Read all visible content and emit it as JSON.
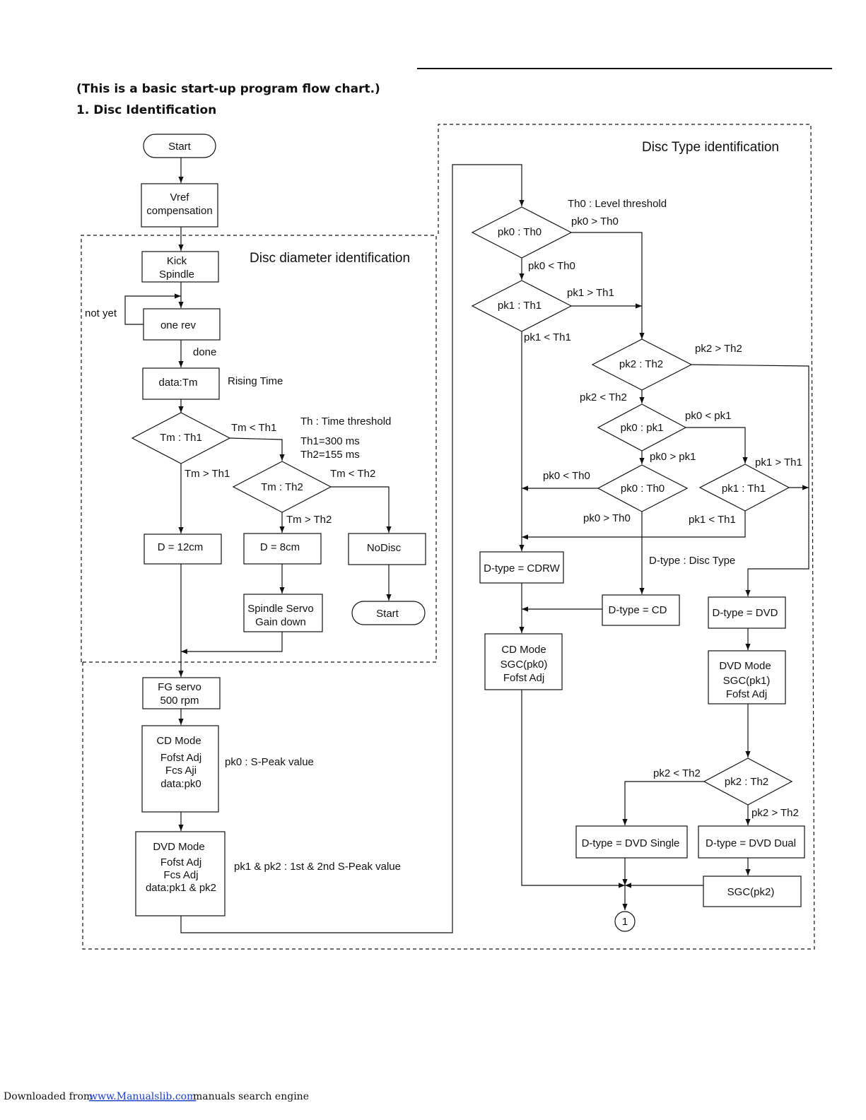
{
  "header": {
    "note": "(This is a basic start-up program flow chart.)",
    "section": "1. Disc Identification"
  },
  "regions": {
    "diameter": "Disc diameter identification",
    "type": "Disc Type identification"
  },
  "nodes": {
    "start": "Start",
    "vref": [
      "Vref",
      "compensation"
    ],
    "kick": [
      "Kick",
      "Spindle"
    ],
    "onerev": "one rev",
    "datatm": "data:Tm",
    "tmth1": "Tm : Th1",
    "tmth2": "Tm : Th2",
    "d12": "D = 12cm",
    "d8": "D = 8cm",
    "nodisc": "NoDisc",
    "start2": "Start",
    "servo": [
      "Spindle Servo",
      "Gain down"
    ],
    "fg": [
      "FG servo",
      "500 rpm"
    ],
    "cdmode": [
      "CD Mode",
      "Fofst Adj",
      "Fcs Aji",
      "data:pk0"
    ],
    "dvdmode": [
      "DVD Mode",
      "Fofst Adj",
      "Fcs Adj",
      "data:pk1 & pk2"
    ],
    "pk0th0": "pk0 : Th0",
    "pk1th1": "pk1 : Th1",
    "pk2th2": "pk2 : Th2",
    "pk0pk1": "pk0 : pk1",
    "pk0th0b": "pk0 : Th0",
    "pk1th1b": "pk1 : Th1",
    "cdrw": "D-type = CDRW",
    "cd": "D-type = CD",
    "dvd": "D-type = DVD",
    "cdmode2": [
      "CD Mode",
      "SGC(pk0)",
      "Fofst Adj"
    ],
    "dvdmode2": [
      "DVD Mode",
      "SGC(pk1)",
      "Fofst Adj"
    ],
    "pk2th2b": "pk2 : Th2",
    "dvdsingle": "D-type = DVD Single",
    "dvddual": "D-type = DVD Dual",
    "sgcpk2": "SGC(pk2)",
    "connector": "1"
  },
  "labels": {
    "notyet": "not yet",
    "done": "done",
    "rising": "Rising Time",
    "tm_lt_th1": "Tm < Th1",
    "tm_gt_th1": "Tm > Th1",
    "tm_lt_th2": "Tm < Th2",
    "tm_gt_th2": "Tm > Th2",
    "th_time": "Th : Time threshold",
    "th1_val": "Th1=300 ms",
    "th2_val": "Th2=155 ms",
    "pk0_sval": "pk0 : S-Peak value",
    "pk12_sval": "pk1 & pk2 : 1st & 2nd S-Peak value",
    "th0_level": "Th0 : Level threshold",
    "pk0_gt_th0": "pk0 > Th0",
    "pk0_lt_th0": "pk0 < Th0",
    "pk1_gt_th1": "pk1 > Th1",
    "pk1_lt_th1": "pk1 < Th1",
    "pk2_gt_th2": "pk2 > Th2",
    "pk2_lt_th2": "pk2 < Th2",
    "pk0_lt_pk1": "pk0 < pk1",
    "pk0_gt_pk1": "pk0 > pk1",
    "pk0_lt_th0b": "pk0 < Th0",
    "pk0_gt_th0b": "pk0 > Th0",
    "pk1_gt_th1b": "pk1 > Th1",
    "pk1_lt_th1b": "pk1 < Th1",
    "dtype_disc": "D-type : Disc Type",
    "pk2_lt_th2b": "pk2 < Th2",
    "pk2_gt_th2b": "pk2 > Th2"
  },
  "footer": {
    "prefix": "Downloaded from",
    "link": "www.Manualslib.com",
    "suffix": "manuals search engine"
  }
}
